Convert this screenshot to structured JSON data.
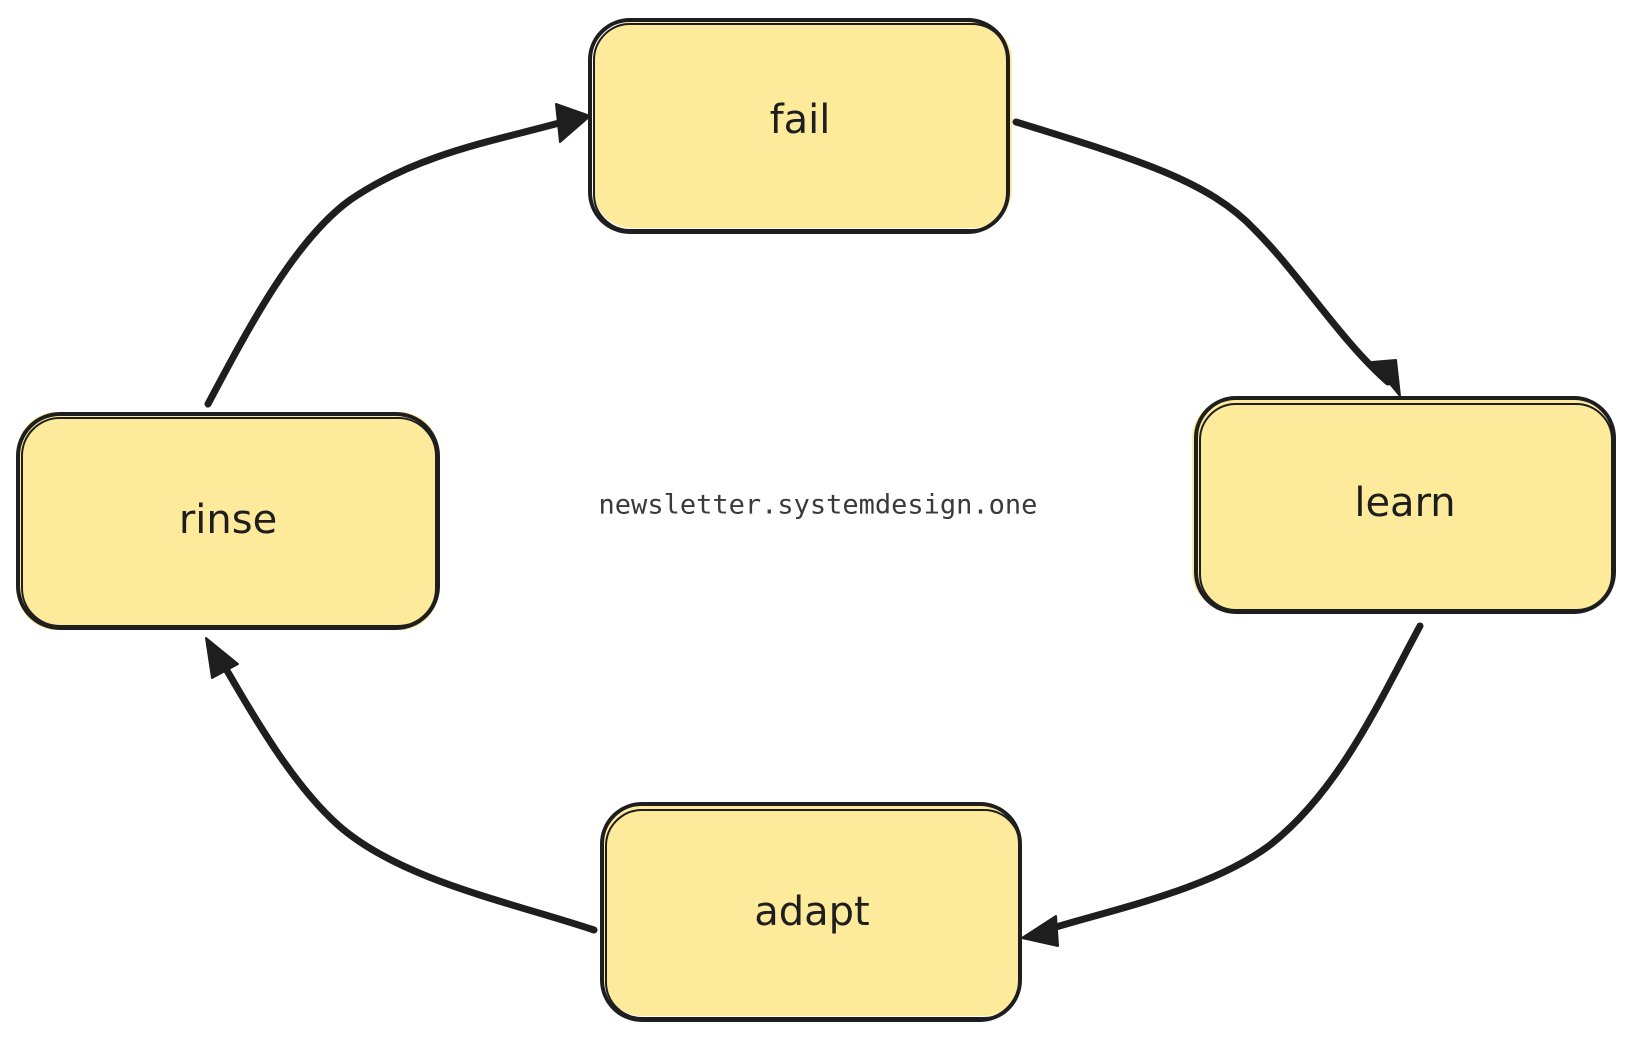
{
  "diagram": {
    "nodes": [
      {
        "id": "fail",
        "label": "fail"
      },
      {
        "id": "learn",
        "label": "learn"
      },
      {
        "id": "adapt",
        "label": "adapt"
      },
      {
        "id": "rinse",
        "label": "rinse"
      }
    ],
    "edges": [
      {
        "from": "fail",
        "to": "learn"
      },
      {
        "from": "learn",
        "to": "adapt"
      },
      {
        "from": "adapt",
        "to": "rinse"
      },
      {
        "from": "rinse",
        "to": "fail"
      }
    ],
    "watermark": "newsletter.systemdesign.one",
    "colors": {
      "box_fill": "#fdea9b",
      "stroke": "#1e1e1e",
      "background": "#ffffff"
    }
  }
}
